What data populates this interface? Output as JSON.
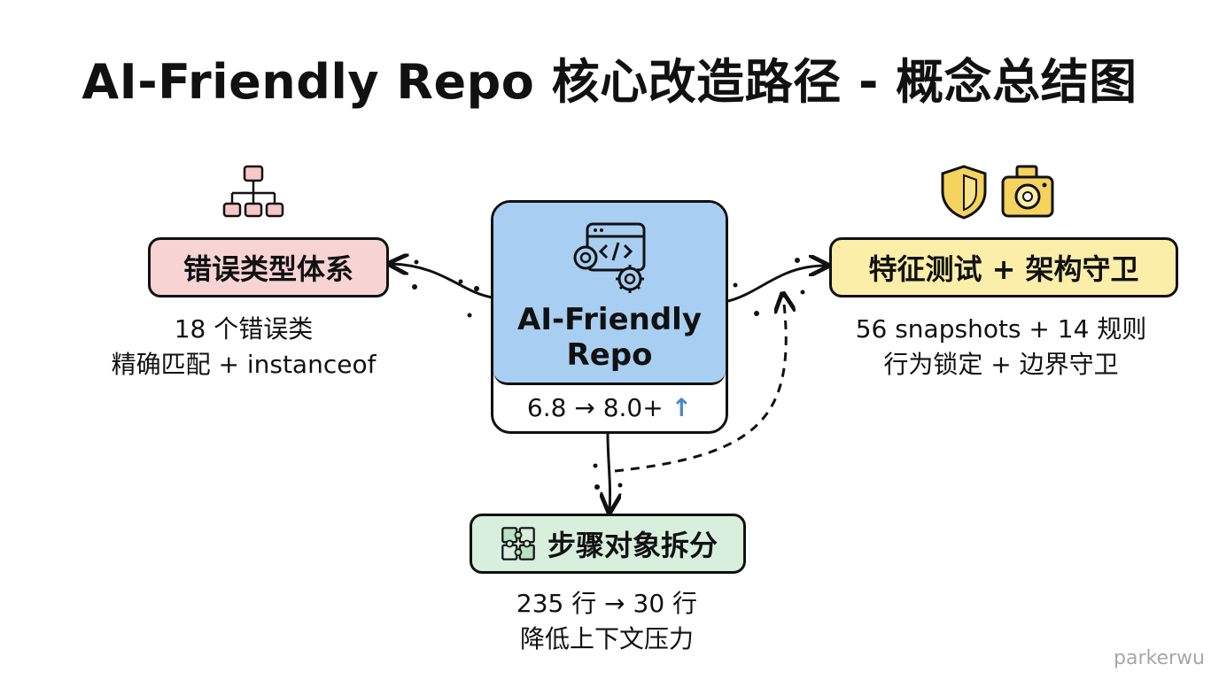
{
  "title": "AI-Friendly Repo 核心改造路径 - 概念总结图",
  "center": {
    "name": "AI-Friendly Repo",
    "metric": "6.8 → 8.0+",
    "metric_arrow": "↑",
    "icon": "code-gear-icon",
    "color": "#a8cff1"
  },
  "nodes": {
    "left": {
      "label": "错误类型体系",
      "icon": "hierarchy-icon",
      "color": "#f7d3d3",
      "caption": [
        "18 个错误类",
        "精确匹配 + instanceof"
      ]
    },
    "right": {
      "label": "特征测试 + 架构守卫",
      "icons": [
        "shield-icon",
        "camera-icon"
      ],
      "color": "#fbeea8",
      "caption": [
        "56 snapshots + 14 规则",
        "行为锁定 + 边界守卫"
      ]
    },
    "bottom": {
      "label": "步骤对象拆分",
      "icon": "puzzle-icon",
      "color": "#d7efdc",
      "caption": [
        "235 行 → 30 行",
        "降低上下文压力"
      ]
    }
  },
  "watermark": "parkerwu"
}
